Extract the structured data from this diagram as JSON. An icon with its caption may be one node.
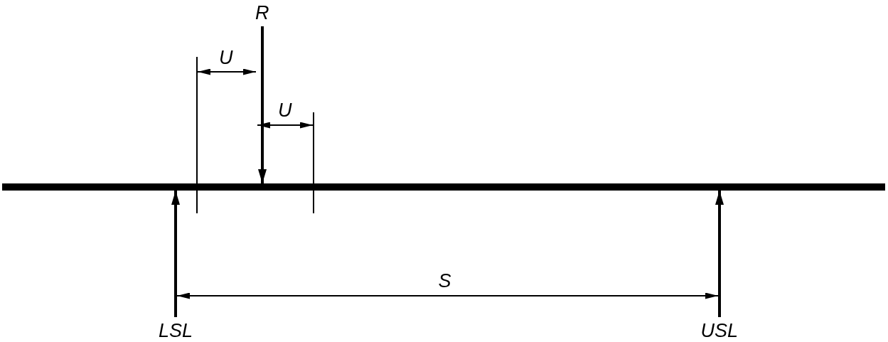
{
  "diagram": {
    "nodes": [
      {
        "text": [
          "R"
        ]
      },
      {
        "text": [],
        "shape": "bar"
      },
      {
        "text": [
          "LSL"
        ]
      },
      {
        "text": [
          "USL"
        ]
      }
    ],
    "edges": [
      {
        "from": 0,
        "to": 1,
        "arrow": "to"
      },
      {
        "from": 2,
        "to": 1,
        "arrow": "to"
      },
      {
        "from": 3,
        "to": 1,
        "arrow": "to"
      },
      {
        "from": 2,
        "to": 3,
        "label": "S",
        "arrow": "both"
      }
    ],
    "labels": [
      "U",
      "U"
    ]
  }
}
